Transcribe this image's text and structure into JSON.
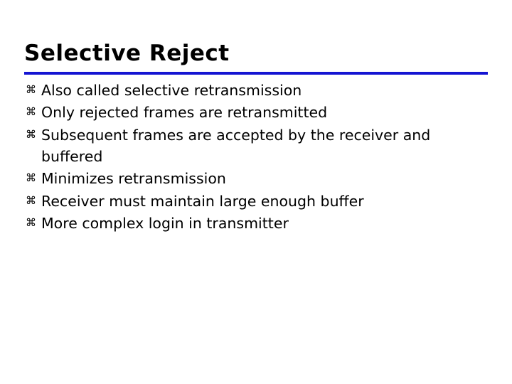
{
  "slide": {
    "title": "Selective Reject",
    "accent_color": "#1414d2",
    "text_color": "#000000",
    "background_color": "#ffffff",
    "bullet_marker": "⌘",
    "bullets": [
      {
        "text": "Also called selective retransmission"
      },
      {
        "text": "Only rejected frames are retransmitted"
      },
      {
        "text": "Subsequent frames are accepted by the receiver and buffered"
      },
      {
        "text": "Minimizes retransmission"
      },
      {
        "text": "Receiver must maintain large enough buffer"
      },
      {
        "text": "More complex login in transmitter"
      }
    ]
  }
}
